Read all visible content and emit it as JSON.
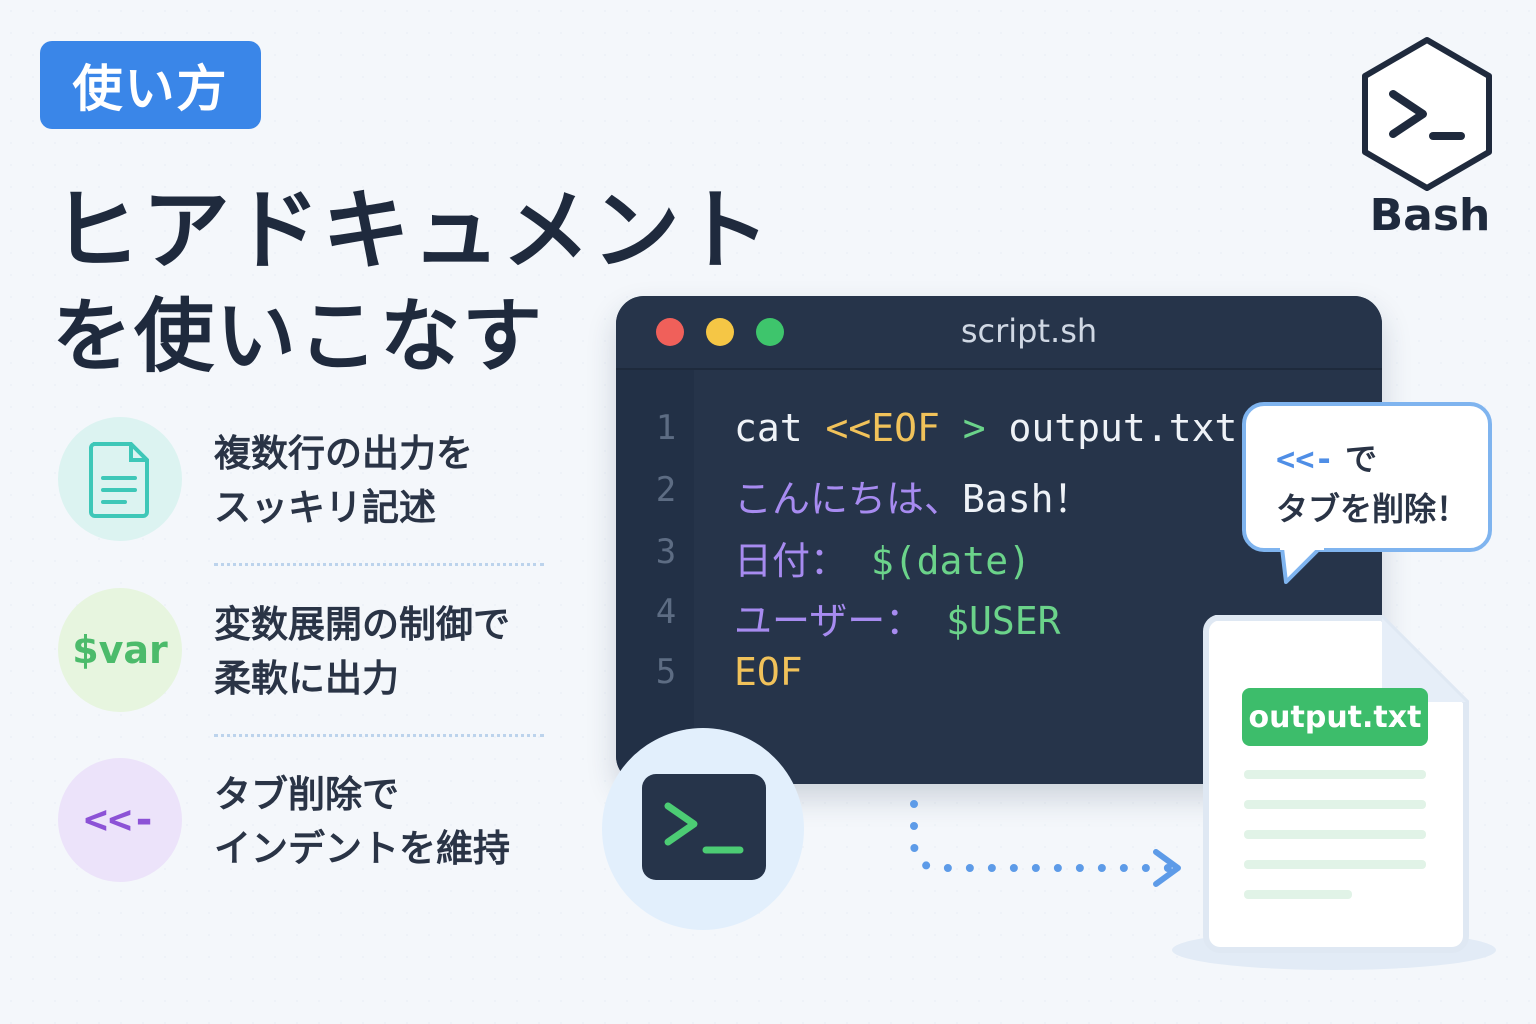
{
  "badge": {
    "label": "使い方"
  },
  "title": {
    "main": "ヒアドキュメント",
    "sub": "を使いこなす"
  },
  "features": [
    {
      "icon": "document-icon",
      "line1": "複数行の出力を",
      "line2": "スッキリ記述"
    },
    {
      "icon_text": "$var",
      "line1": "変数展開の制御で",
      "line2": "柔軟に出力"
    },
    {
      "icon_text": "<<-",
      "line1": "タブ削除で",
      "line2": "インデントを維持"
    }
  ],
  "logo": {
    "label": "Bash"
  },
  "editor": {
    "filename": "script.sh",
    "line_numbers": [
      "1",
      "2",
      "3",
      "4",
      "5"
    ],
    "lines": {
      "l1_cmd": "cat ",
      "l1_op": "<<EOF",
      "l1_redirect": " > ",
      "l1_file": "output.txt",
      "l2_jp": "こんにちは、",
      "l2_en": "Bash！",
      "l3_jp": "日付：",
      "l3_var": " $(date)",
      "l4_jp": "ユーザー：",
      "l4_var": " $USER",
      "l5_end": "EOF"
    }
  },
  "bubble": {
    "op": "<<-",
    "text1": " で",
    "text2": "タブを削除！"
  },
  "output_file": {
    "label": "output.txt"
  },
  "colors": {
    "accent": "#3a86e8",
    "editor_bg": "#26344a",
    "green": "#3dbd6b",
    "purple": "#8c52d6"
  }
}
